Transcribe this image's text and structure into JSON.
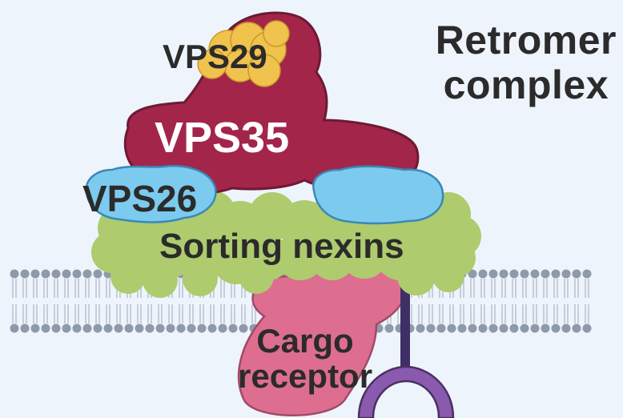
{
  "title_lines": [
    "Retromer",
    "complex"
  ],
  "labels": {
    "vps29": "VPS29",
    "vps35": "VPS35",
    "vps26": "VPS26",
    "sorting_nexins": "Sorting nexins",
    "cargo_receptor_lines": [
      "Cargo",
      "receptor"
    ]
  },
  "colors": {
    "background": "#eef4fb",
    "vps35": "#a3254a",
    "vps29": "#f0c24e",
    "vps26": "#7ccbee",
    "sorting_nexins": "#aecb6e",
    "cargo_receptor": "#dd6e90",
    "receptor_stalk": "#3e2f66",
    "receptor_cup": "#8a5aaf",
    "membrane_head": "#8e9aa9",
    "membrane_tail": "#b8c2ce"
  }
}
